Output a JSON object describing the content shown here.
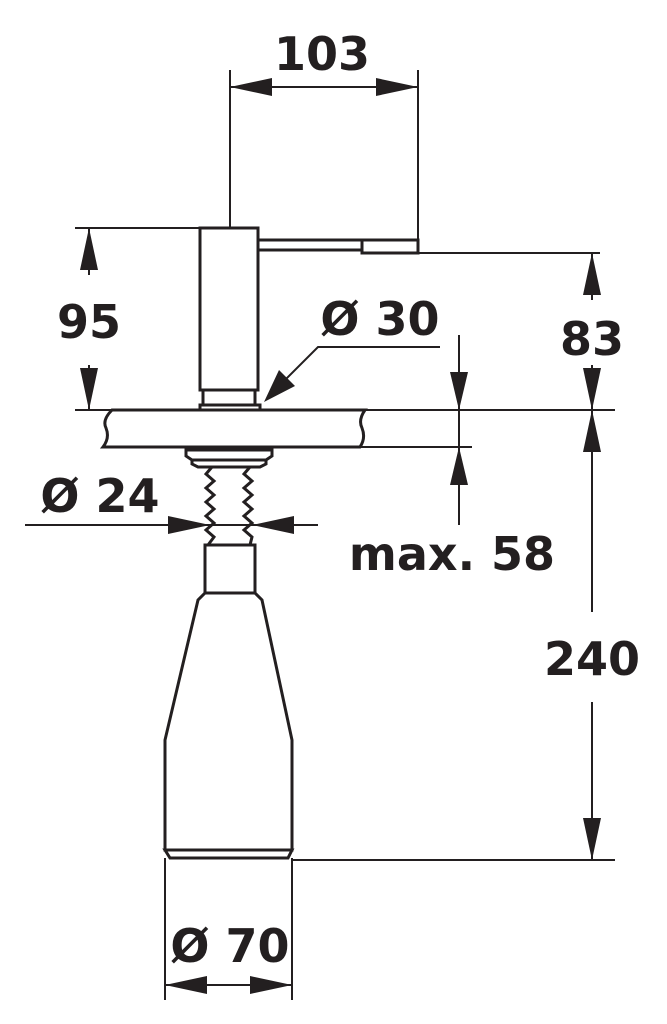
{
  "diagram": {
    "labels": {
      "width_spout": "103",
      "height_above": "95",
      "diameter_head": "Ø 30",
      "spout_height": "83",
      "diameter_thread": "Ø 24",
      "max_thickness": "max. 58",
      "depth_below": "240",
      "diameter_bottle": "Ø 70"
    },
    "line_color": "#231f20"
  }
}
